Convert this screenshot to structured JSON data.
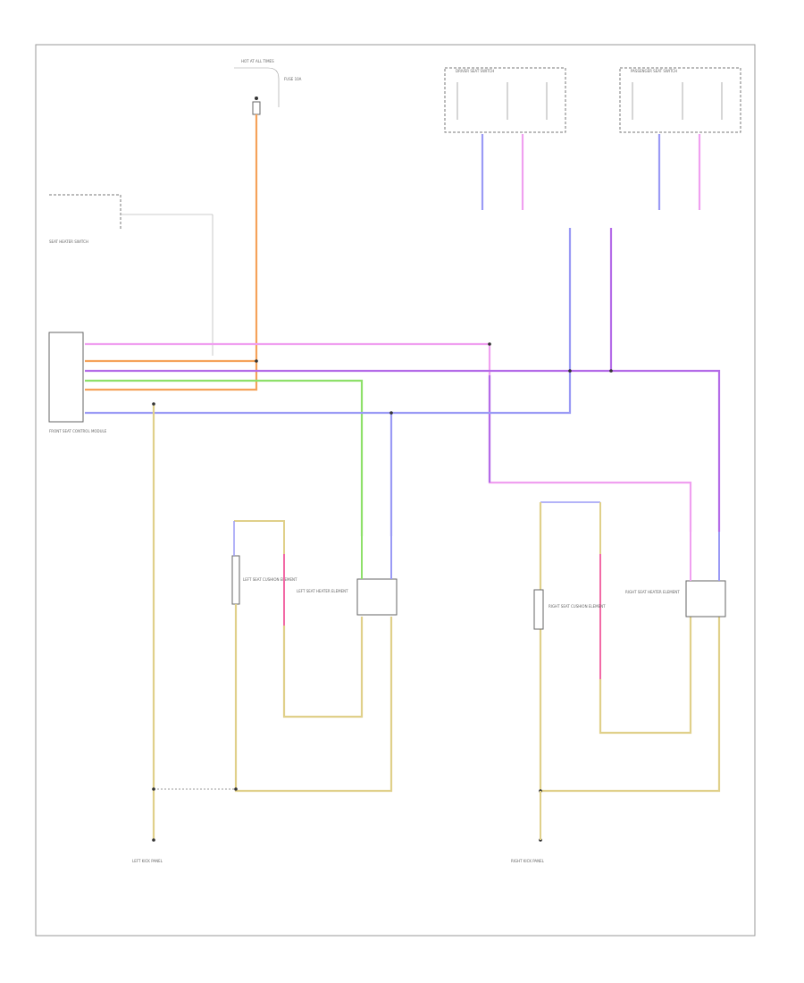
{
  "page": {
    "footer_code": ""
  },
  "colors": {
    "orange": "#f5a25a",
    "pink": "#f0a0f0",
    "violet": "#b46be8",
    "blue": "#9a9af5",
    "green": "#8ee06a",
    "tan": "#e0d08a",
    "red_pink": "#f26aa6",
    "frame": "#999999"
  },
  "labels": {
    "fuse_top": "HOT AT ALL TIMES",
    "fuse_name": "FUSE 10A",
    "left_module": "SEAT HEATER SWITCH",
    "driver_sw": "DRIVER SEAT SWITCH",
    "pass_sw": "PASSENGER SEAT SWITCH",
    "ctrl_module": "FRONT SEAT CONTROL MODULE",
    "left_seat_heater": "LEFT SEAT HEATER ELEMENT",
    "left_cushion": "LEFT SEAT CUSHION ELEMENT",
    "right_seat_heater": "RIGHT SEAT HEATER ELEMENT",
    "right_cushion": "RIGHT SEAT CUSHION ELEMENT",
    "ground_left": "LEFT KICK PANEL",
    "ground_right": "RIGHT KICK PANEL"
  }
}
